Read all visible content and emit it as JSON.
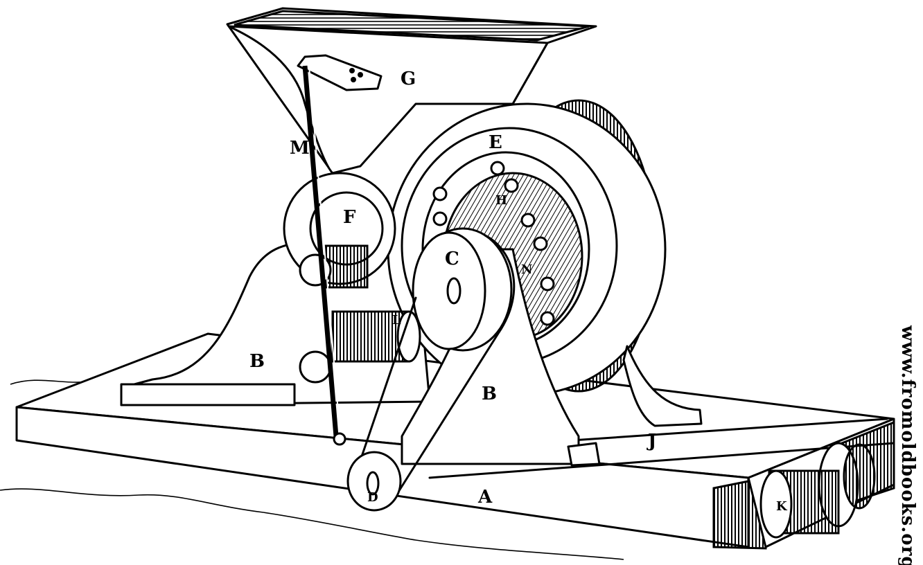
{
  "diagram": {
    "labels": {
      "A": "A",
      "B_left": "B",
      "B_right": "B",
      "C": "C",
      "D": "D",
      "E": "E",
      "F": "F",
      "G": "G",
      "H": "H",
      "J": "J",
      "K": "K",
      "L": "L",
      "M": "M",
      "N": "N"
    },
    "watermark": "www.fromoldbooks.org",
    "colors": {
      "ink": "#000000",
      "paper": "#ffffff"
    }
  }
}
